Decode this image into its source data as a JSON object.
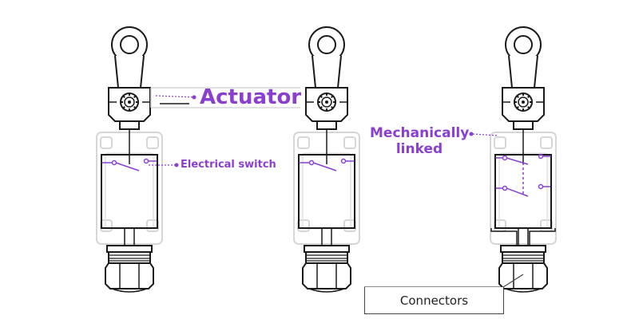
{
  "labels": {
    "actuator": "Actuator",
    "electrical_switch": "Electrical switch",
    "mechanically_linked_1": "Mechanically",
    "mechanically_linked_2": "linked",
    "connectors": "Connectors"
  },
  "colors": {
    "accent": "#8a3fd1",
    "line": "#1a1a1a",
    "body_light": "#d6d6d6"
  },
  "devices": [
    {
      "name": "single-switch"
    },
    {
      "name": "single-switch"
    },
    {
      "name": "double-linked-switch"
    }
  ]
}
